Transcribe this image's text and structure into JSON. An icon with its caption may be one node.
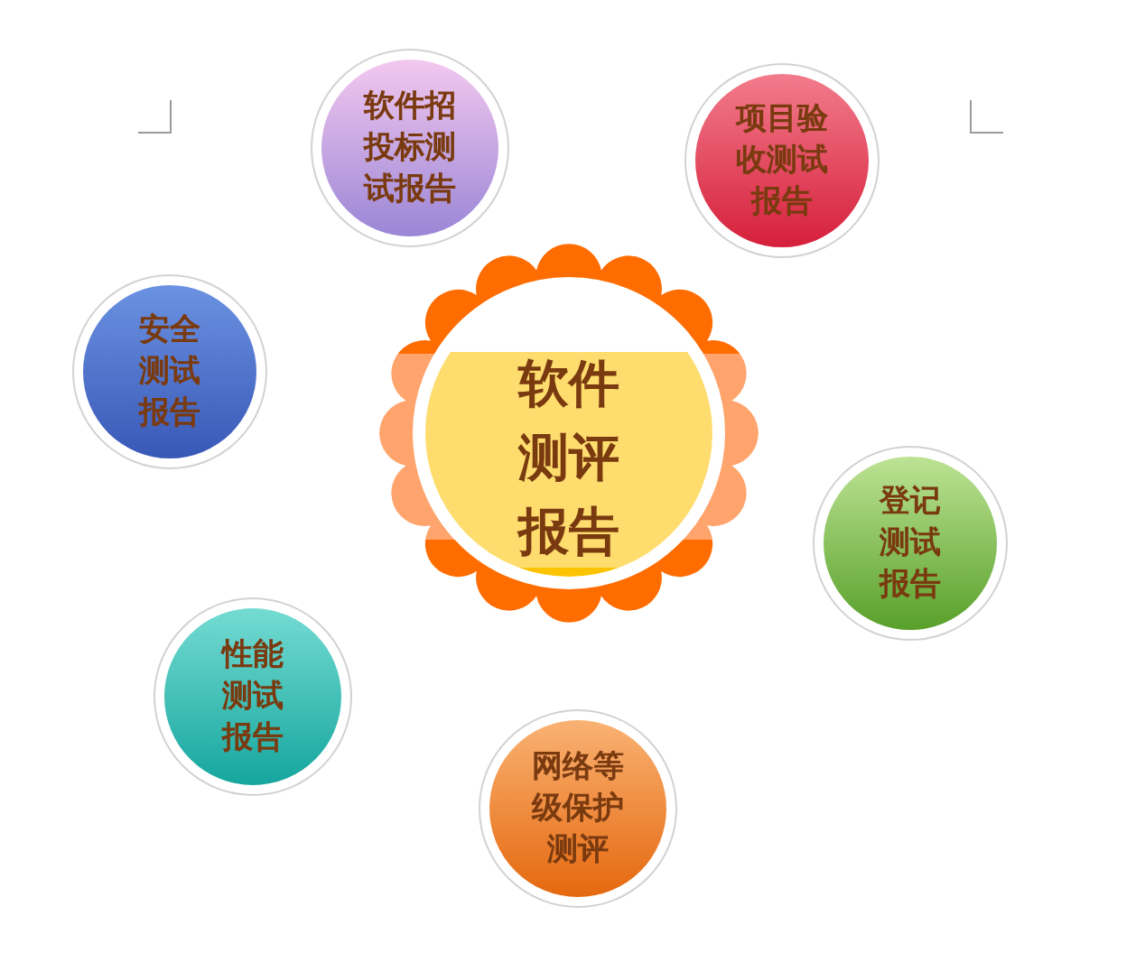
{
  "diagram": {
    "nodes": [
      {
        "text": [
          "软件招投标测试报告"
        ]
      },
      {
        "text": [
          "项目验收测试报告"
        ]
      },
      {
        "text": [
          "安全测试报告"
        ]
      },
      {
        "text": [
          "软件测评报告"
        ]
      },
      {
        "text": [
          "登记测试报告"
        ]
      },
      {
        "text": [
          "性能测试报告"
        ]
      },
      {
        "text": [
          "网络等级保护测评"
        ]
      }
    ]
  }
}
